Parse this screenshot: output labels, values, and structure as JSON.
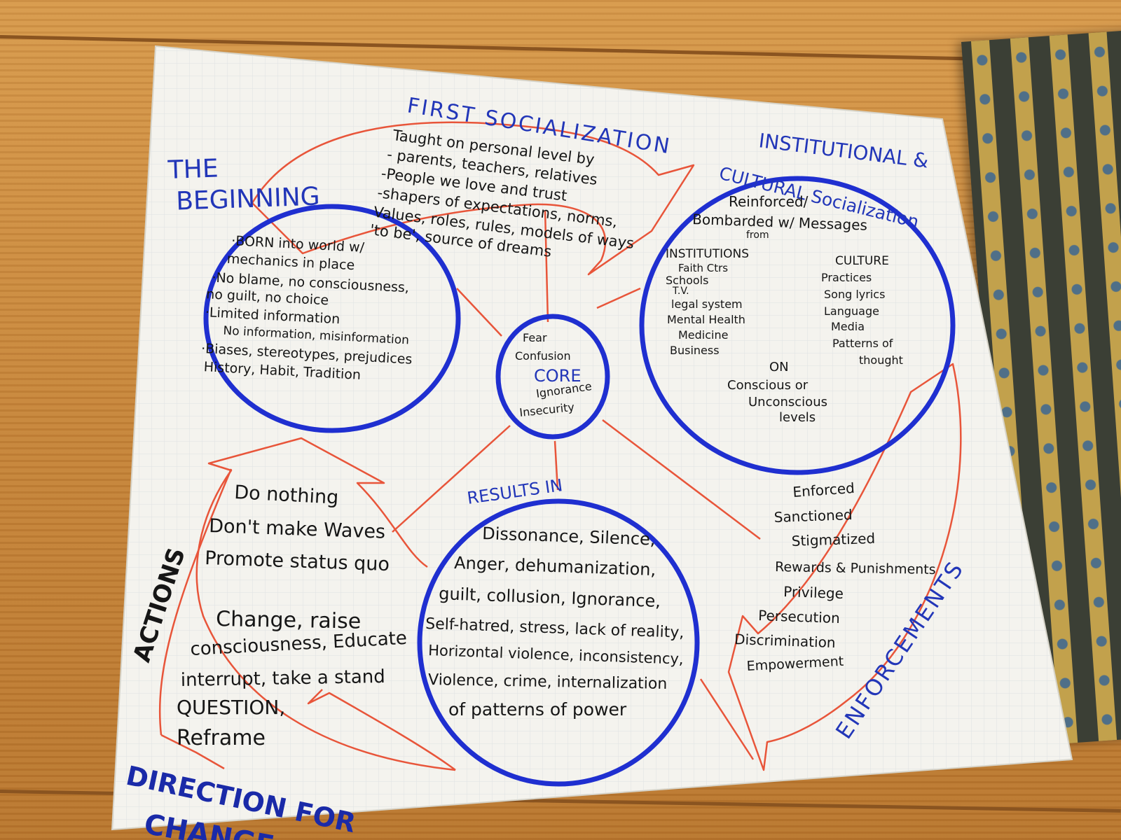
{
  "diagram": {
    "top_arrow_label": "FIRST SOCIALIZATION",
    "top_arrow_text": [
      "Taught on personal level by",
      "- parents, teachers, relatives",
      "-People we love and trust",
      "-shapers of expectations, norms,",
      "Values, roles, rules, models of ways",
      "'to be', source of dreams"
    ],
    "beginning": {
      "title_line1": "THE",
      "title_line2": "BEGINNING",
      "lines": [
        "·BORN into world w/",
        "mechanics in place",
        "·No blame, no consciousness,",
        "no guilt, no choice",
        "·Limited information",
        "No information, misinformation",
        "·Biases, stereotypes, prejudices",
        "History, Habit, Tradition"
      ]
    },
    "core": {
      "fear": "Fear",
      "confusion": "Confusion",
      "label": "CORE",
      "ignorance": "Ignorance",
      "insecurity": "Insecurity"
    },
    "institutional": {
      "title_line1": "INSTITUTIONAL &",
      "title_line2": "CULTURAL Socialization",
      "intro_line1": "Reinforced/",
      "intro_line2": "Bombarded w/ Messages",
      "intro_line3": "from",
      "institutions_header": "INSTITUTIONS",
      "institutions": [
        "Faith Ctrs",
        "Schools",
        "T.V.",
        "legal system",
        "Mental Health",
        "Medicine",
        "Business"
      ],
      "culture_header": "CULTURE",
      "culture": [
        "Practices",
        "Song lyrics",
        "Language",
        "Media",
        "Patterns of",
        "thought"
      ],
      "on": "ON",
      "levels_line1": "Conscious or",
      "levels_line2": "Unconscious",
      "levels_line3": "levels"
    },
    "results": {
      "label": "RESULTS IN",
      "lines": [
        "Dissonance, Silence,",
        "Anger, dehumanization,",
        "guilt, collusion, Ignorance,",
        "Self-hatred, stress, lack of reality,",
        "Horizontal violence, inconsistency,",
        "Violence, crime, internalization",
        "of patterns of power"
      ]
    },
    "enforcements": {
      "label": "ENFORCEMENTS",
      "items": [
        "Enforced",
        "Sanctioned",
        "Stigmatized",
        "Rewards & Punishments",
        "Privilege",
        "Persecution",
        "Discrimination",
        "Empowerment"
      ]
    },
    "actions": {
      "label": "ACTIONS",
      "lines_top": [
        "Do nothing",
        "Don't make Waves",
        "Promote status quo"
      ],
      "lines_bottom": [
        "Change, raise",
        "consciousness, Educate",
        "interrupt, take a stand",
        "QUESTION,",
        "Reframe"
      ]
    },
    "direction": {
      "line1": "DIRECTION FOR",
      "line2": "CHANGE"
    }
  },
  "colors": {
    "circle_blue": "#1f2fd0",
    "arrow_orange": "#e8553a",
    "ink_black": "#161616",
    "heading_blue": "#2236b8",
    "paper": "#f4f3ee",
    "grid": "#d8dde0"
  }
}
